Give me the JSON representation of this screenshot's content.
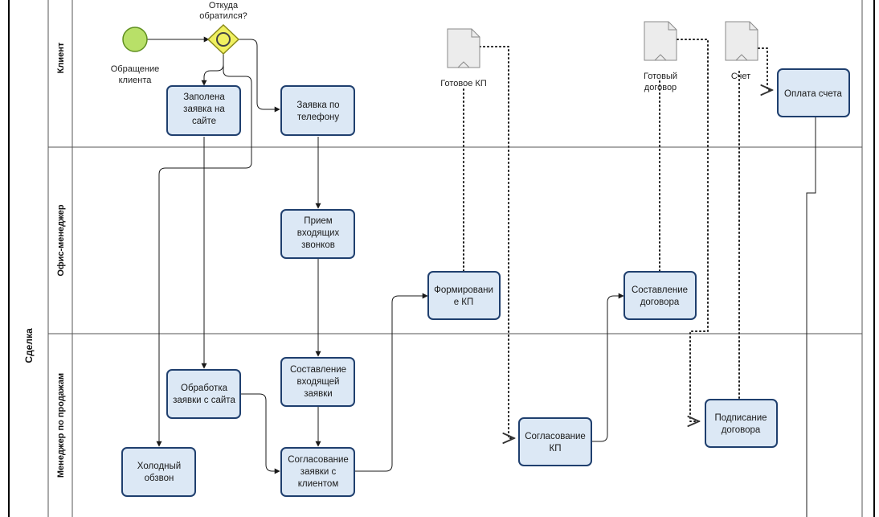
{
  "pool": {
    "title": "Сделка"
  },
  "lanes": [
    {
      "id": "client",
      "title": "Клиент"
    },
    {
      "id": "office",
      "title": "Офис-менеджер"
    },
    {
      "id": "sales",
      "title": "Менеджер по продажам"
    }
  ],
  "events": {
    "start": {
      "label_line1": "Обращение",
      "label_line2": "клиента",
      "color": "#b8e068"
    }
  },
  "gateway": {
    "label_line1": "Откуда",
    "label_line2": "обратился?",
    "color": "#f0f060"
  },
  "tasks": {
    "site_request": {
      "lines": [
        "Заполена",
        "заявка на",
        "сайте"
      ]
    },
    "phone_request": {
      "lines": [
        "Заявка по",
        "телефону"
      ]
    },
    "payment": {
      "lines": [
        "Оплата счета"
      ]
    },
    "incoming_calls": {
      "lines": [
        "Прием",
        "входящих",
        "звонков"
      ]
    },
    "form_kp": {
      "lines": [
        "Формировани",
        "е КП"
      ]
    },
    "make_contract": {
      "lines": [
        "Составление",
        "договора"
      ]
    },
    "process_site": {
      "lines": [
        "Обработка",
        "заявки с сайта"
      ]
    },
    "make_incoming": {
      "lines": [
        "Составление",
        "входящей",
        "заявки"
      ]
    },
    "cold_call": {
      "lines": [
        "Холодный",
        "обзвон"
      ]
    },
    "agree_client": {
      "lines": [
        "Согласование",
        "заявки с",
        "клиентом"
      ]
    },
    "agree_kp": {
      "lines": [
        "Согласование",
        "КП"
      ]
    },
    "sign_contract": {
      "lines": [
        "Подписание",
        "договора"
      ]
    }
  },
  "documents": {
    "kp": {
      "label": "Готовое КП"
    },
    "contract": {
      "label_line1": "Готовый",
      "label_line2": "договор"
    },
    "invoice": {
      "label": "Счет"
    }
  },
  "colors": {
    "task_fill": "#dce8f5",
    "task_stroke": "#1f3f6e"
  }
}
